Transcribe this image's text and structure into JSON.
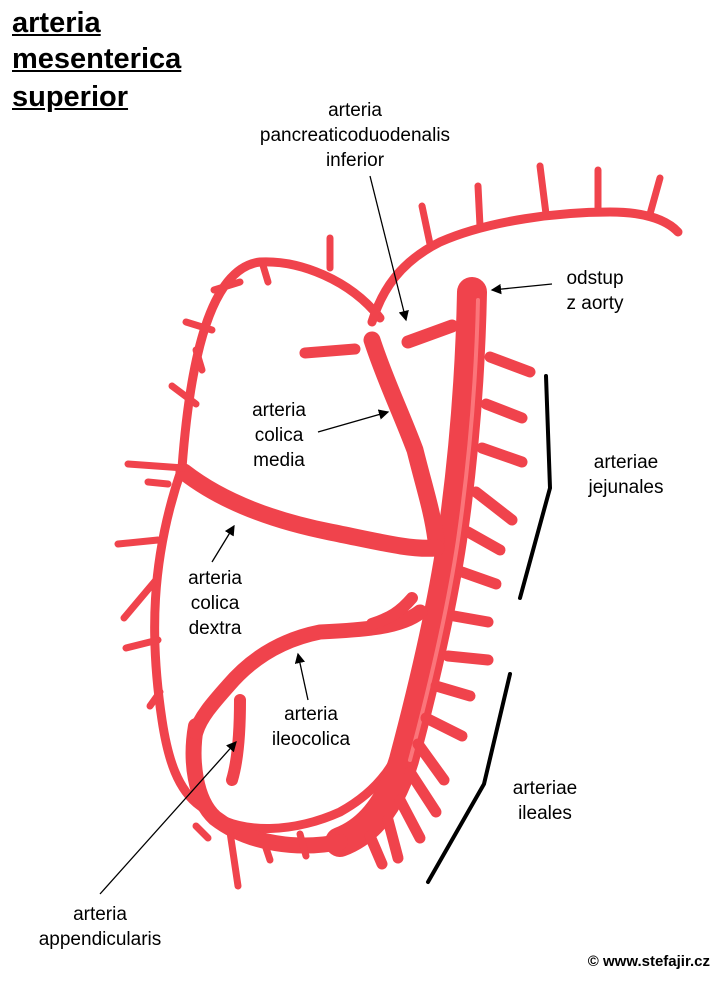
{
  "title": [
    "arteria",
    "mesenterica",
    "superior"
  ],
  "labels": {
    "pancreaticoduodenalis": [
      "arteria",
      "pancreaticoduodenalis",
      "inferior"
    ],
    "odstup": [
      "odstup",
      "z aorty"
    ],
    "colica_media": [
      "arteria",
      "colica",
      "media"
    ],
    "jejunales": [
      "arteriae",
      "jejunales"
    ],
    "colica_dextra": [
      "arteria",
      "colica",
      "dextra"
    ],
    "ileocolica": [
      "arteria",
      "ileocolica"
    ],
    "ileales": [
      "arteriae",
      "ileales"
    ],
    "appendicularis": [
      "arteria",
      "appendicularis"
    ]
  },
  "copyright": "© www.stefajir.cz",
  "colors": {
    "vessel": "#f0434c",
    "vessel_dark": "#d8323a",
    "vessel_light": "#ff8a8f",
    "text": "#000000"
  }
}
